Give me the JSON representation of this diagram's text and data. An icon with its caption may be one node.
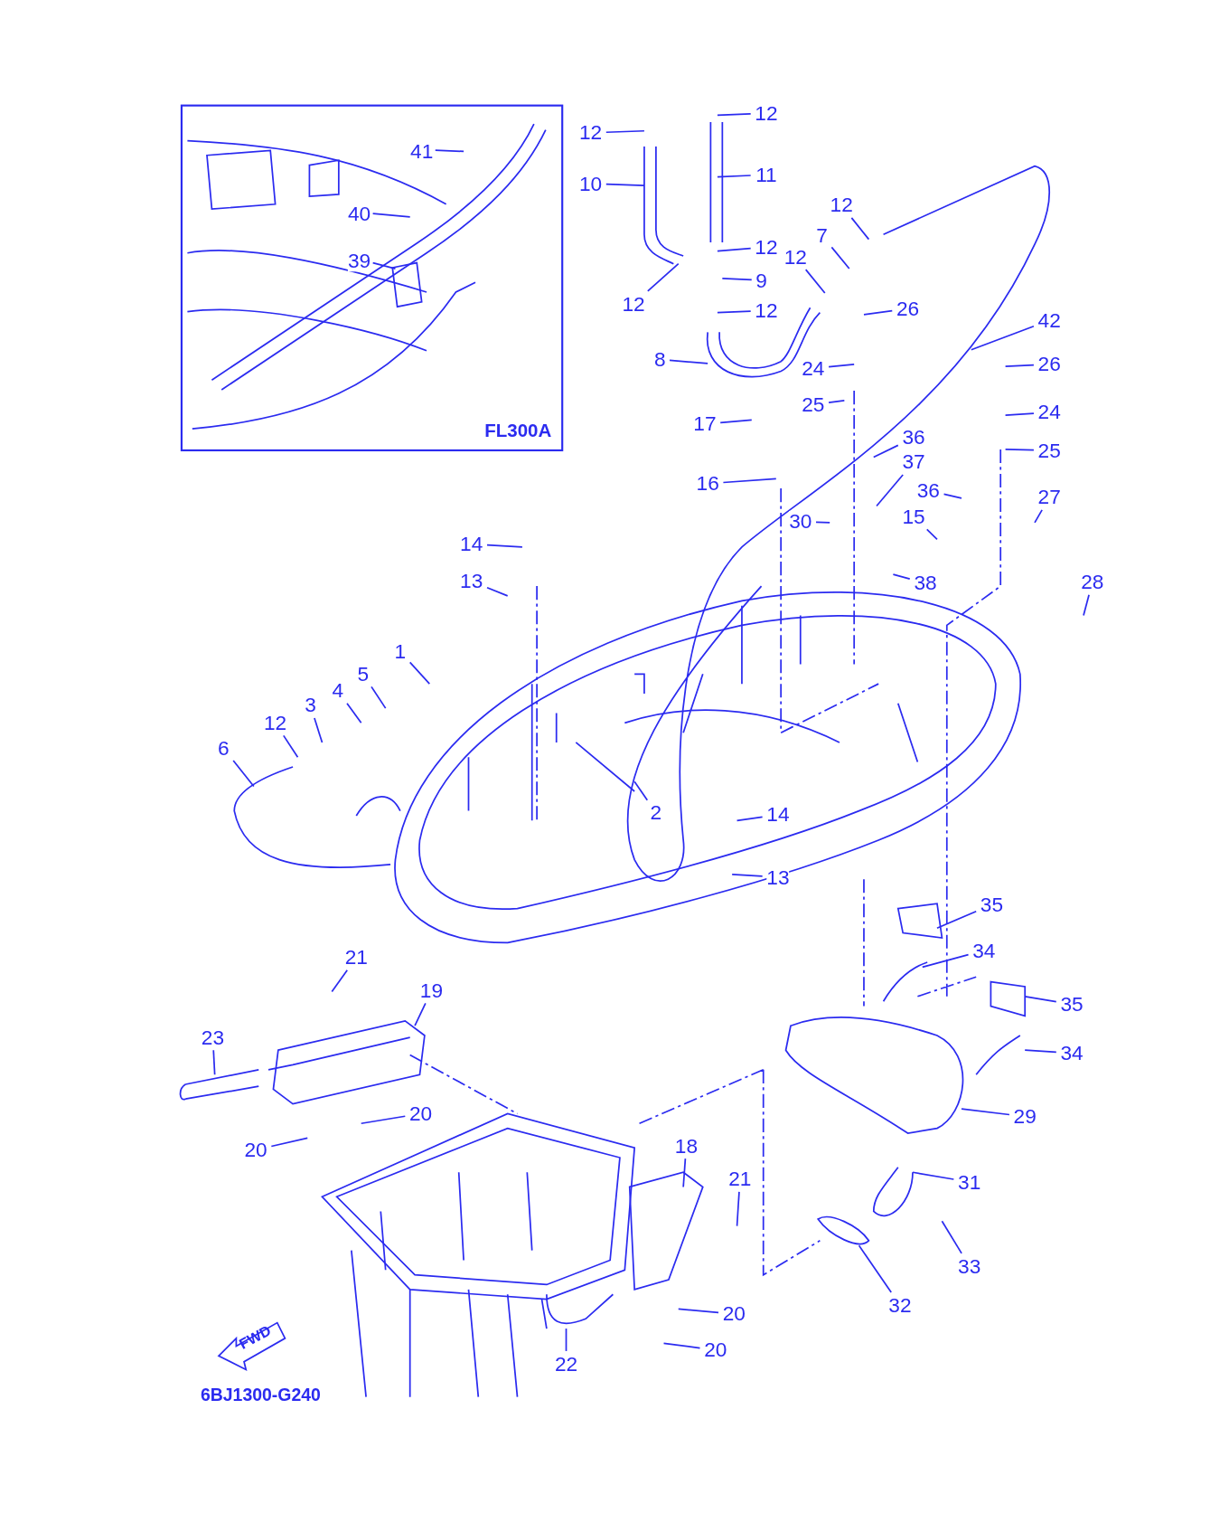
{
  "diagram": {
    "nodes": [
      {
        "text": [
          "FL300A"
        ]
      },
      {
        "text": [
          "41"
        ],
        "in": 0
      },
      {
        "text": [
          "40"
        ],
        "in": 0
      },
      {
        "text": [
          "39"
        ],
        "in": 0
      },
      {
        "text": [
          "12"
        ]
      },
      {
        "text": [
          "12"
        ]
      },
      {
        "text": [
          "10"
        ]
      },
      {
        "text": [
          "11"
        ]
      },
      {
        "text": [
          "12"
        ]
      },
      {
        "text": [
          "7"
        ]
      },
      {
        "text": [
          "12"
        ]
      },
      {
        "text": [
          "12"
        ]
      },
      {
        "text": [
          "9"
        ]
      },
      {
        "text": [
          "12"
        ]
      },
      {
        "text": [
          "12"
        ]
      },
      {
        "text": [
          "26"
        ]
      },
      {
        "text": [
          "42"
        ]
      },
      {
        "text": [
          "8"
        ]
      },
      {
        "text": [
          "26"
        ]
      },
      {
        "text": [
          "24"
        ]
      },
      {
        "text": [
          "25"
        ]
      },
      {
        "text": [
          "24"
        ]
      },
      {
        "text": [
          "17"
        ]
      },
      {
        "text": [
          "36"
        ]
      },
      {
        "text": [
          "25"
        ]
      },
      {
        "text": [
          "37"
        ]
      },
      {
        "text": [
          "16"
        ]
      },
      {
        "text": [
          "36"
        ]
      },
      {
        "text": [
          "27"
        ]
      },
      {
        "text": [
          "15"
        ]
      },
      {
        "text": [
          "30"
        ]
      },
      {
        "text": [
          "14"
        ]
      },
      {
        "text": [
          "13"
        ]
      },
      {
        "text": [
          "38"
        ]
      },
      {
        "text": [
          "28"
        ]
      },
      {
        "text": [
          "1"
        ]
      },
      {
        "text": [
          "5"
        ]
      },
      {
        "text": [
          "4"
        ]
      },
      {
        "text": [
          "3"
        ]
      },
      {
        "text": [
          "12"
        ]
      },
      {
        "text": [
          "6"
        ]
      },
      {
        "text": [
          "2"
        ]
      },
      {
        "text": [
          "14"
        ]
      },
      {
        "text": [
          "13"
        ]
      },
      {
        "text": [
          "35"
        ]
      },
      {
        "text": [
          "34"
        ]
      },
      {
        "text": [
          "21"
        ]
      },
      {
        "text": [
          "19"
        ]
      },
      {
        "text": [
          "35"
        ]
      },
      {
        "text": [
          "23"
        ]
      },
      {
        "text": [
          "34"
        ]
      },
      {
        "text": [
          "20"
        ]
      },
      {
        "text": [
          "29"
        ]
      },
      {
        "text": [
          "18"
        ]
      },
      {
        "text": [
          "20"
        ]
      },
      {
        "text": [
          "21"
        ]
      },
      {
        "text": [
          "31"
        ]
      },
      {
        "text": [
          "33"
        ]
      },
      {
        "text": [
          "32"
        ]
      },
      {
        "text": [
          "20"
        ]
      },
      {
        "text": [
          "20"
        ]
      },
      {
        "text": [
          "22"
        ]
      },
      {
        "text": [
          "FWD"
        ]
      }
    ],
    "edges": [
      {
        "from": 1,
        "to": null,
        "arrow": "none"
      },
      {
        "from": 2,
        "to": null,
        "arrow": "none"
      },
      {
        "from": 3,
        "to": null,
        "arrow": "none"
      },
      {
        "from": 4,
        "to": null,
        "arrow": "none"
      },
      {
        "from": 5,
        "to": null,
        "arrow": "none"
      },
      {
        "from": 6,
        "to": null,
        "arrow": "none"
      },
      {
        "from": 7,
        "to": null,
        "arrow": "none"
      },
      {
        "from": 8,
        "to": null,
        "arrow": "none"
      },
      {
        "from": 9,
        "to": null,
        "arrow": "none"
      },
      {
        "from": 10,
        "to": null,
        "arrow": "none"
      },
      {
        "from": 11,
        "to": null,
        "arrow": "none"
      },
      {
        "from": 12,
        "to": null,
        "arrow": "none"
      },
      {
        "from": 13,
        "to": null,
        "arrow": "none"
      },
      {
        "from": 14,
        "to": null,
        "arrow": "none"
      },
      {
        "from": 15,
        "to": null,
        "arrow": "none"
      },
      {
        "from": 16,
        "to": null,
        "arrow": "none"
      },
      {
        "from": 17,
        "to": null,
        "arrow": "none"
      },
      {
        "from": 18,
        "to": null,
        "arrow": "none"
      },
      {
        "from": 19,
        "to": null,
        "arrow": "none"
      },
      {
        "from": 20,
        "to": null,
        "arrow": "none"
      },
      {
        "from": 21,
        "to": null,
        "arrow": "none"
      },
      {
        "from": 22,
        "to": null,
        "arrow": "none"
      },
      {
        "from": 23,
        "to": null,
        "arrow": "none"
      },
      {
        "from": 24,
        "to": null,
        "arrow": "none"
      },
      {
        "from": 25,
        "to": null,
        "arrow": "none"
      },
      {
        "from": 26,
        "to": null,
        "arrow": "none"
      },
      {
        "from": 27,
        "to": null,
        "arrow": "none"
      },
      {
        "from": 28,
        "to": null,
        "arrow": "none"
      },
      {
        "from": 29,
        "to": null,
        "arrow": "none"
      },
      {
        "from": 30,
        "to": null,
        "arrow": "none"
      },
      {
        "from": 31,
        "to": null,
        "arrow": "none"
      },
      {
        "from": 32,
        "to": null,
        "arrow": "none"
      },
      {
        "from": 33,
        "to": null,
        "arrow": "none"
      },
      {
        "from": 34,
        "to": null,
        "arrow": "none"
      },
      {
        "from": 35,
        "to": null,
        "arrow": "none"
      },
      {
        "from": 36,
        "to": null,
        "arrow": "none"
      },
      {
        "from": 37,
        "to": null,
        "arrow": "none"
      },
      {
        "from": 38,
        "to": null,
        "arrow": "none"
      },
      {
        "from": 39,
        "to": null,
        "arrow": "none"
      },
      {
        "from": 40,
        "to": null,
        "arrow": "none"
      },
      {
        "from": 41,
        "to": null,
        "arrow": "none"
      },
      {
        "from": 42,
        "to": null,
        "arrow": "none"
      },
      {
        "from": 43,
        "to": null,
        "arrow": "none"
      },
      {
        "from": 44,
        "to": null,
        "arrow": "none"
      },
      {
        "from": 45,
        "to": null,
        "arrow": "none"
      },
      {
        "from": 46,
        "to": null,
        "arrow": "none"
      },
      {
        "from": 47,
        "to": null,
        "arrow": "none"
      },
      {
        "from": 48,
        "to": null,
        "arrow": "none"
      },
      {
        "from": 49,
        "to": null,
        "arrow": "none"
      },
      {
        "from": 50,
        "to": null,
        "arrow": "none"
      },
      {
        "from": 51,
        "to": null,
        "arrow": "none"
      },
      {
        "from": 52,
        "to": null,
        "arrow": "none"
      },
      {
        "from": 53,
        "to": null,
        "arrow": "none"
      },
      {
        "from": 54,
        "to": null,
        "arrow": "none"
      },
      {
        "from": 55,
        "to": null,
        "arrow": "none"
      },
      {
        "from": 56,
        "to": null,
        "arrow": "none"
      },
      {
        "from": 57,
        "to": null,
        "arrow": "none"
      },
      {
        "from": 58,
        "to": null,
        "arrow": "none"
      },
      {
        "from": 59,
        "to": null,
        "arrow": "none"
      },
      {
        "from": 60,
        "to": null,
        "arrow": "none"
      },
      {
        "from": 61,
        "to": null,
        "arrow": "none"
      }
    ],
    "labels": [
      "6BJ1300-G240"
    ]
  }
}
